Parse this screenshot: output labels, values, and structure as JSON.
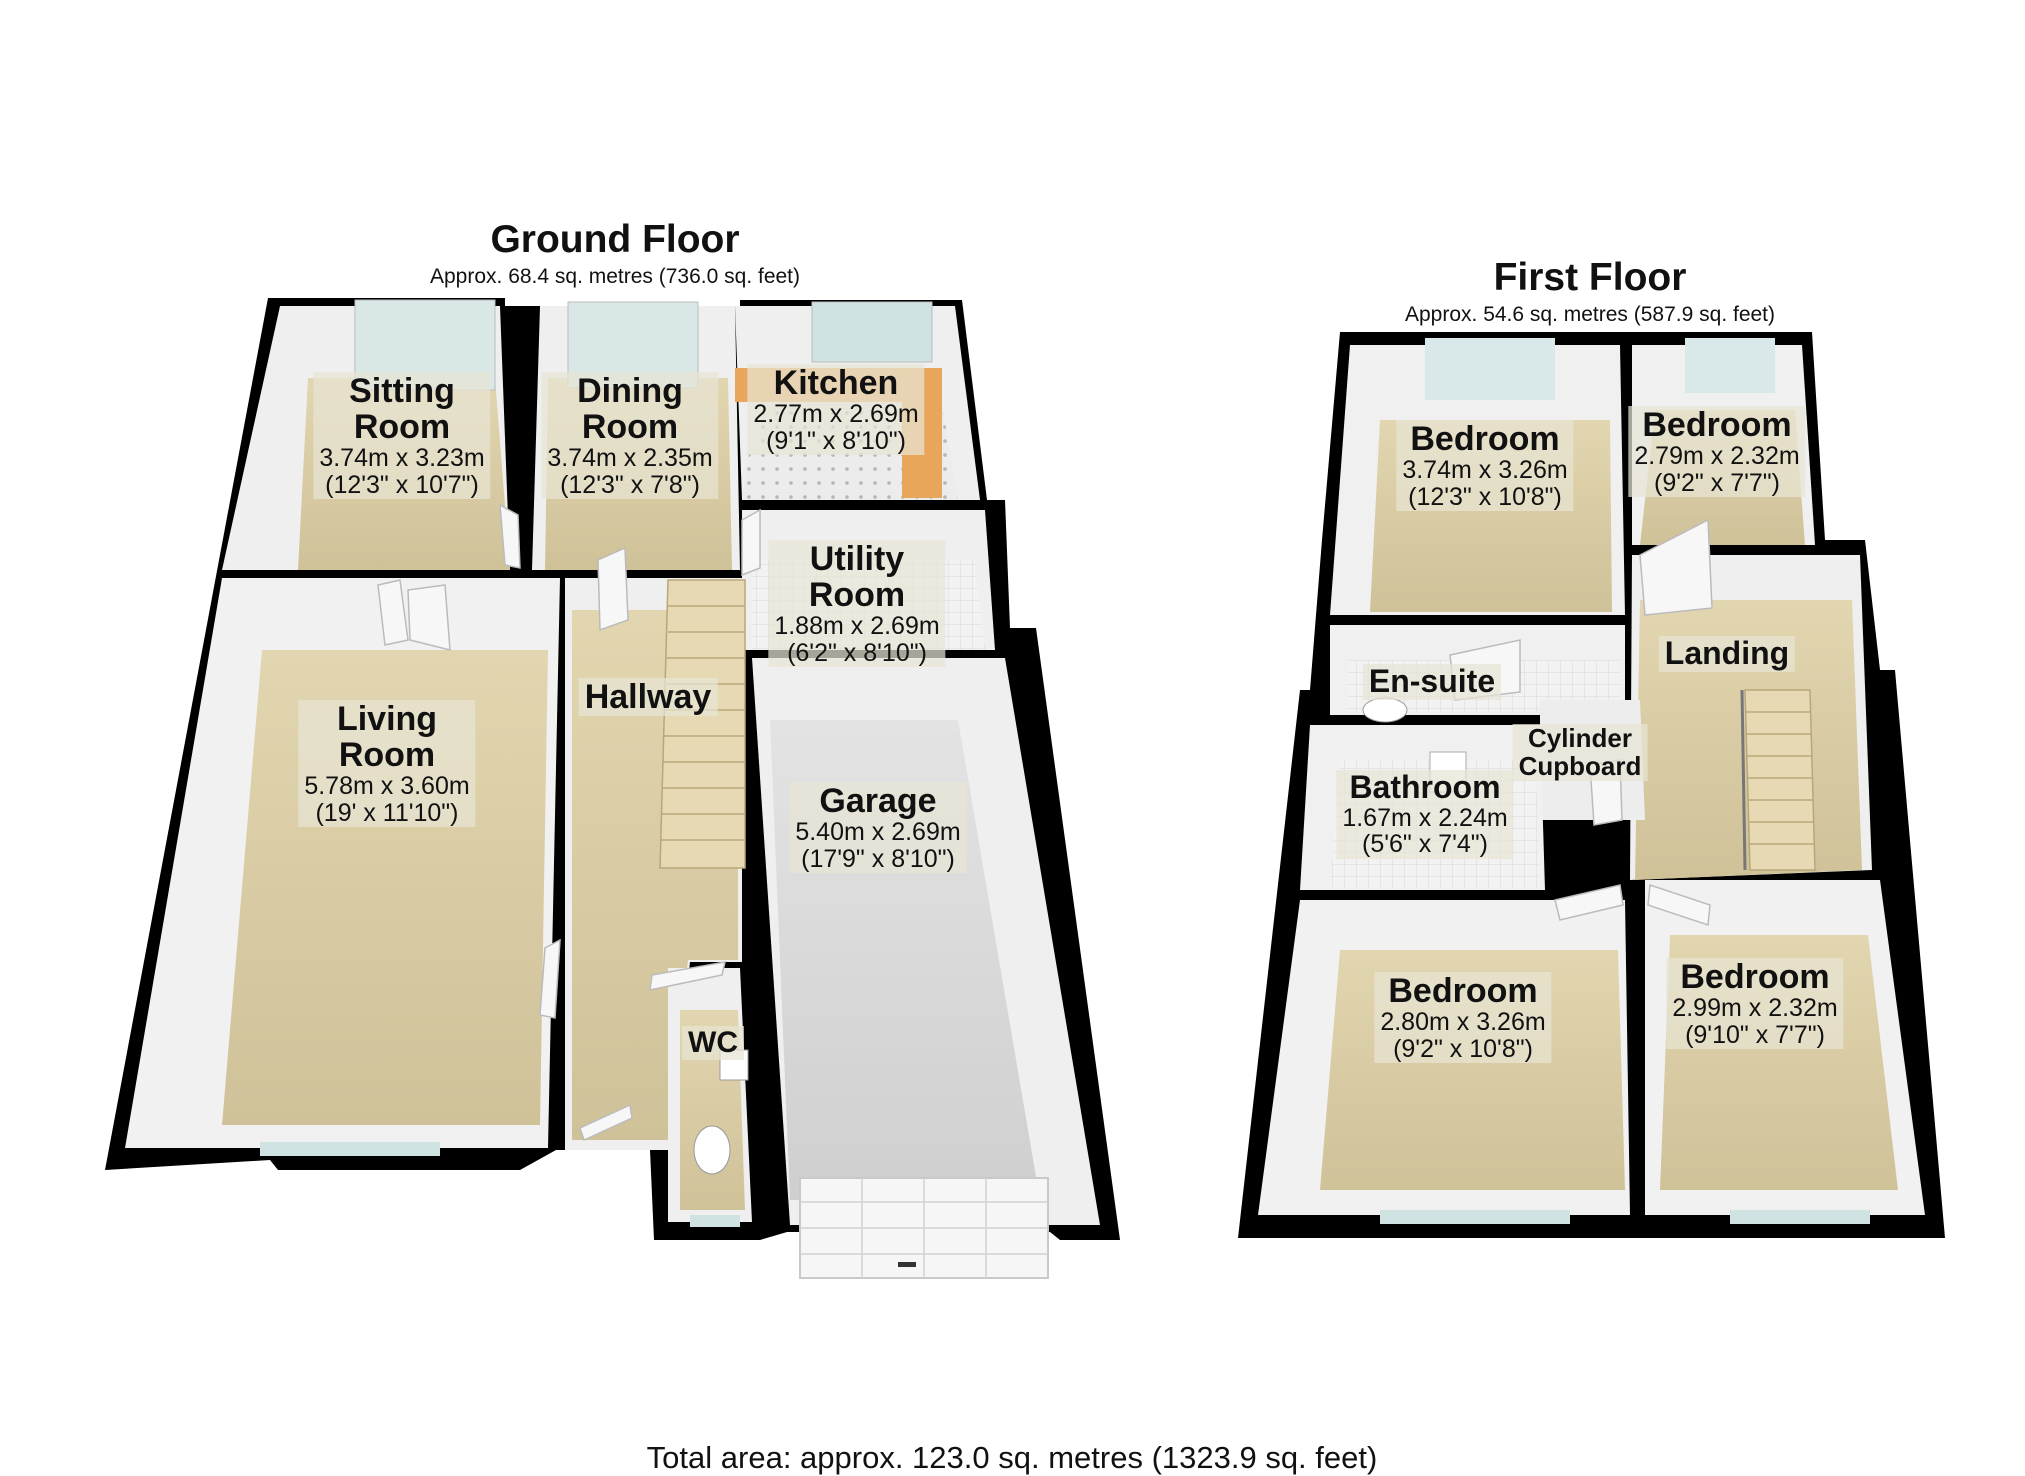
{
  "ground_floor": {
    "title": "Ground Floor",
    "area": "Approx. 68.4 sq. metres (736.0 sq. feet)",
    "rooms": {
      "sitting_room": {
        "name": "Sitting\nRoom",
        "metric": "3.74m x 3.23m",
        "imperial": "(12'3\" x 10'7\")"
      },
      "dining_room": {
        "name": "Dining\nRoom",
        "metric": "3.74m x 2.35m",
        "imperial": "(12'3\" x 7'8\")"
      },
      "kitchen": {
        "name": "Kitchen",
        "metric": "2.77m x 2.69m",
        "imperial": "(9'1\" x 8'10\")"
      },
      "utility_room": {
        "name": "Utility\nRoom",
        "metric": "1.88m x 2.69m",
        "imperial": "(6'2\" x 8'10\")"
      },
      "living_room": {
        "name": "Living\nRoom",
        "metric": "5.78m x 3.60m",
        "imperial": "(19' x 11'10\")"
      },
      "hallway": {
        "name": "Hallway"
      },
      "garage": {
        "name": "Garage",
        "metric": "5.40m x 2.69m",
        "imperial": "(17'9\" x 8'10\")"
      },
      "wc": {
        "name": "WC"
      }
    }
  },
  "first_floor": {
    "title": "First Floor",
    "area": "Approx. 54.6 sq. metres (587.9 sq. feet)",
    "rooms": {
      "bedroom_1": {
        "name": "Bedroom",
        "metric": "3.74m x 3.26m",
        "imperial": "(12'3\" x 10'8\")"
      },
      "bedroom_2": {
        "name": "Bedroom",
        "metric": "2.79m x 2.32m",
        "imperial": "(9'2\" x 7'7\")"
      },
      "en_suite": {
        "name": "En-suite"
      },
      "landing": {
        "name": "Landing"
      },
      "cylinder_cupboard": {
        "name": "Cylinder\nCupboard"
      },
      "bathroom": {
        "name": "Bathroom",
        "metric": "1.67m x 2.24m",
        "imperial": "(5'6\" x 7'4\")"
      },
      "bedroom_3": {
        "name": "Bedroom",
        "metric": "2.80m x 3.26m",
        "imperial": "(9'2\" x 10'8\")"
      },
      "bedroom_4": {
        "name": "Bedroom",
        "metric": "2.99m x 2.32m",
        "imperial": "(9'10\" x 7'7\")"
      }
    }
  },
  "total_area": "Total area: approx. 123.0 sq. metres (1323.9 sq. feet)",
  "colors": {
    "wall": "#000000",
    "carpet": "#d6c9a3",
    "inner_wall": "#f4f4f4",
    "garage_floor": "#d9d9d9",
    "kitchen_floor": "#e8a65a",
    "tile_floor": "#ebebeb",
    "window": "#cfe3e3",
    "door": "#f6f6f6"
  }
}
